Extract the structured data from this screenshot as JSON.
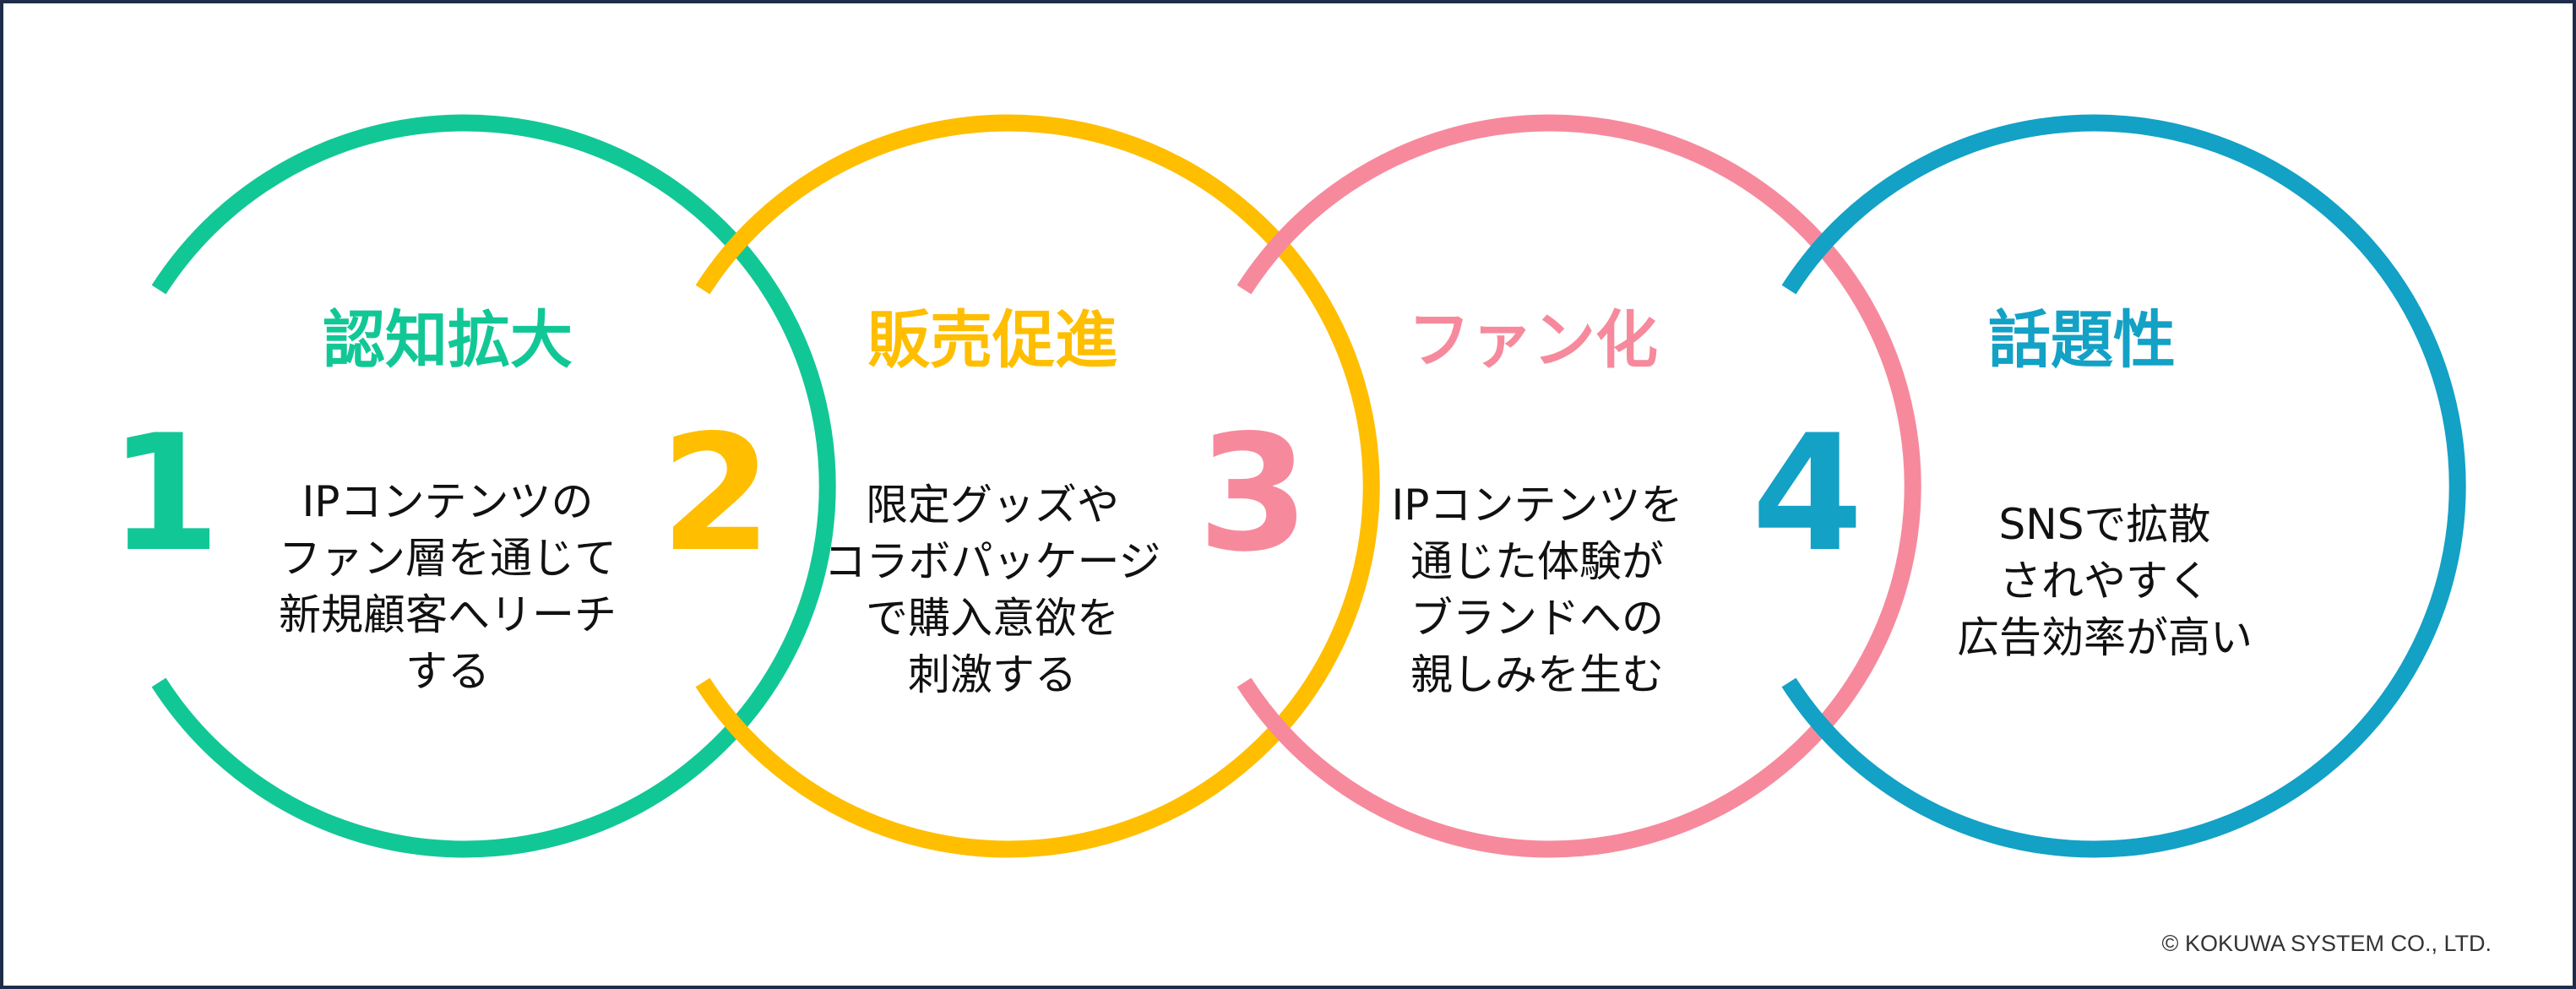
{
  "steps": [
    {
      "number": "1",
      "title": "認知拡大",
      "lines": [
        "IPコンテンツの",
        "ファン層を通じて",
        "新規顧客へリーチ",
        "する"
      ],
      "color": "#12c796"
    },
    {
      "number": "2",
      "title": "販売促進",
      "lines": [
        "限定グッズや",
        "コラボパッケージ",
        "で購入意欲を",
        "刺激する"
      ],
      "color": "#ffbe00"
    },
    {
      "number": "3",
      "title": "ファン化",
      "lines": [
        "IPコンテンツを",
        "通じた体験が",
        "ブランドへの",
        "親しみを生む"
      ],
      "color": "#f68a9c"
    },
    {
      "number": "4",
      "title": "話題性",
      "lines": [
        "SNSで拡散",
        "されやすく",
        "広告効率が高い"
      ],
      "color": "#13a1c6"
    }
  ],
  "copyright": "© KOKUWA SYSTEM CO., LTD.",
  "colors": {
    "border": "#1f2d4a",
    "text": "#111111",
    "background": "#ffffff"
  }
}
